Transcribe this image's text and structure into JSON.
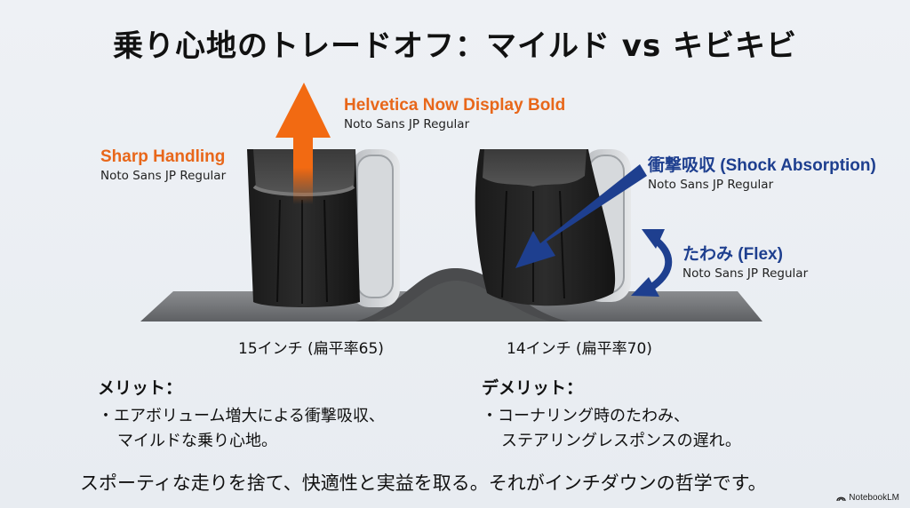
{
  "title": "乗り心地のトレードオフ：マイルド vs キビキビ",
  "labels": {
    "top_orange": {
      "main": "Helvetica Now Display Bold",
      "sub": "Noto Sans JP Regular"
    },
    "sharp_handling": {
      "main": "Sharp Handling",
      "sub": "Noto Sans JP Regular"
    },
    "shock_absorption": {
      "main": "衝撃吸収 (Shock Absorption)",
      "sub": "Noto Sans JP Regular"
    },
    "flex": {
      "main": "たわみ (Flex)",
      "sub": "Noto Sans JP Regular"
    }
  },
  "tires": {
    "left": {
      "caption": "15インチ (扁平率65)"
    },
    "right": {
      "caption": "14インチ (扁平率70)"
    }
  },
  "merits": {
    "heading": "メリット：",
    "line1": "・エアボリューム増大による衝撃吸収、",
    "line2": "マイルドな乗り心地。"
  },
  "demerits": {
    "heading": "デメリット：",
    "line1": "・コーナリング時のたわみ、",
    "line2": "ステアリングレスポンスの遅れ。"
  },
  "footer": "スポーティな走りを捨て、快適性と実益を取る。それがインチダウンの哲学です。",
  "brand": "NotebookLM",
  "colors": {
    "orange": "#f26a12",
    "blue": "#1e3f8f",
    "road": "#6b6d70"
  }
}
